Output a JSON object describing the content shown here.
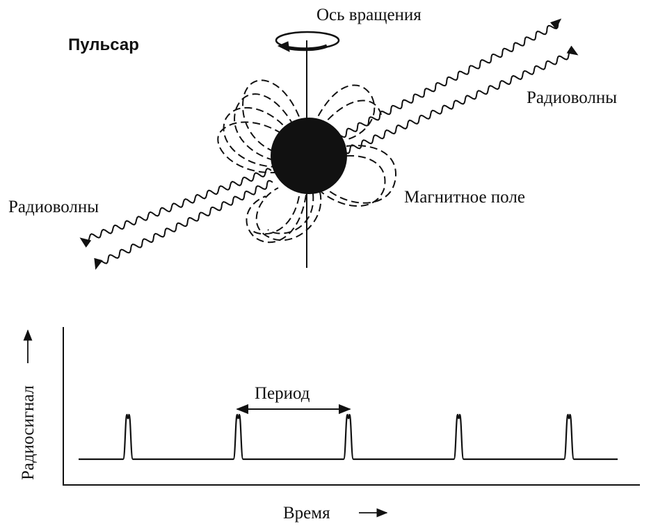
{
  "diagram": {
    "title": "Пульсар",
    "rotation_axis_label": "Ось вращения",
    "radio_waves_right_label": "Радиоволны",
    "radio_waves_left_label": "Радиоволны",
    "magnetic_field_label": "Магнитное поле"
  },
  "signal_plot": {
    "ylabel": "Радиосигнал",
    "xlabel": "Время",
    "period_label": "Период",
    "pulse_count": 5
  },
  "colors": {
    "ink": "#111111",
    "background": "#ffffff"
  }
}
